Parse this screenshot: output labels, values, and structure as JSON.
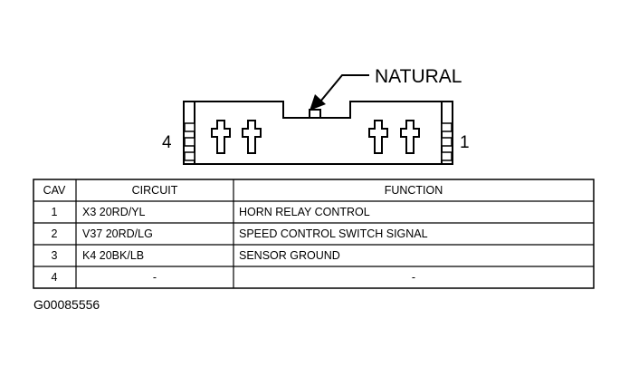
{
  "connector": {
    "callout_label": "NATURAL",
    "left_pin_label": "4",
    "right_pin_label": "1",
    "pin_symbol_name": "cavity-terminal-icon"
  },
  "table": {
    "headers": {
      "cav": "CAV",
      "circuit": "CIRCUIT",
      "function": "FUNCTION"
    },
    "rows": [
      {
        "cav": "1",
        "circuit": "X3 20RD/YL",
        "function": "HORN RELAY CONTROL"
      },
      {
        "cav": "2",
        "circuit": "V37 20RD/LG",
        "function": "SPEED CONTROL SWITCH SIGNAL"
      },
      {
        "cav": "3",
        "circuit": "K4 20BK/LB",
        "function": "SENSOR GROUND"
      },
      {
        "cav": "4",
        "circuit": "-",
        "function": "-"
      }
    ]
  },
  "figure_id": "G00085556"
}
